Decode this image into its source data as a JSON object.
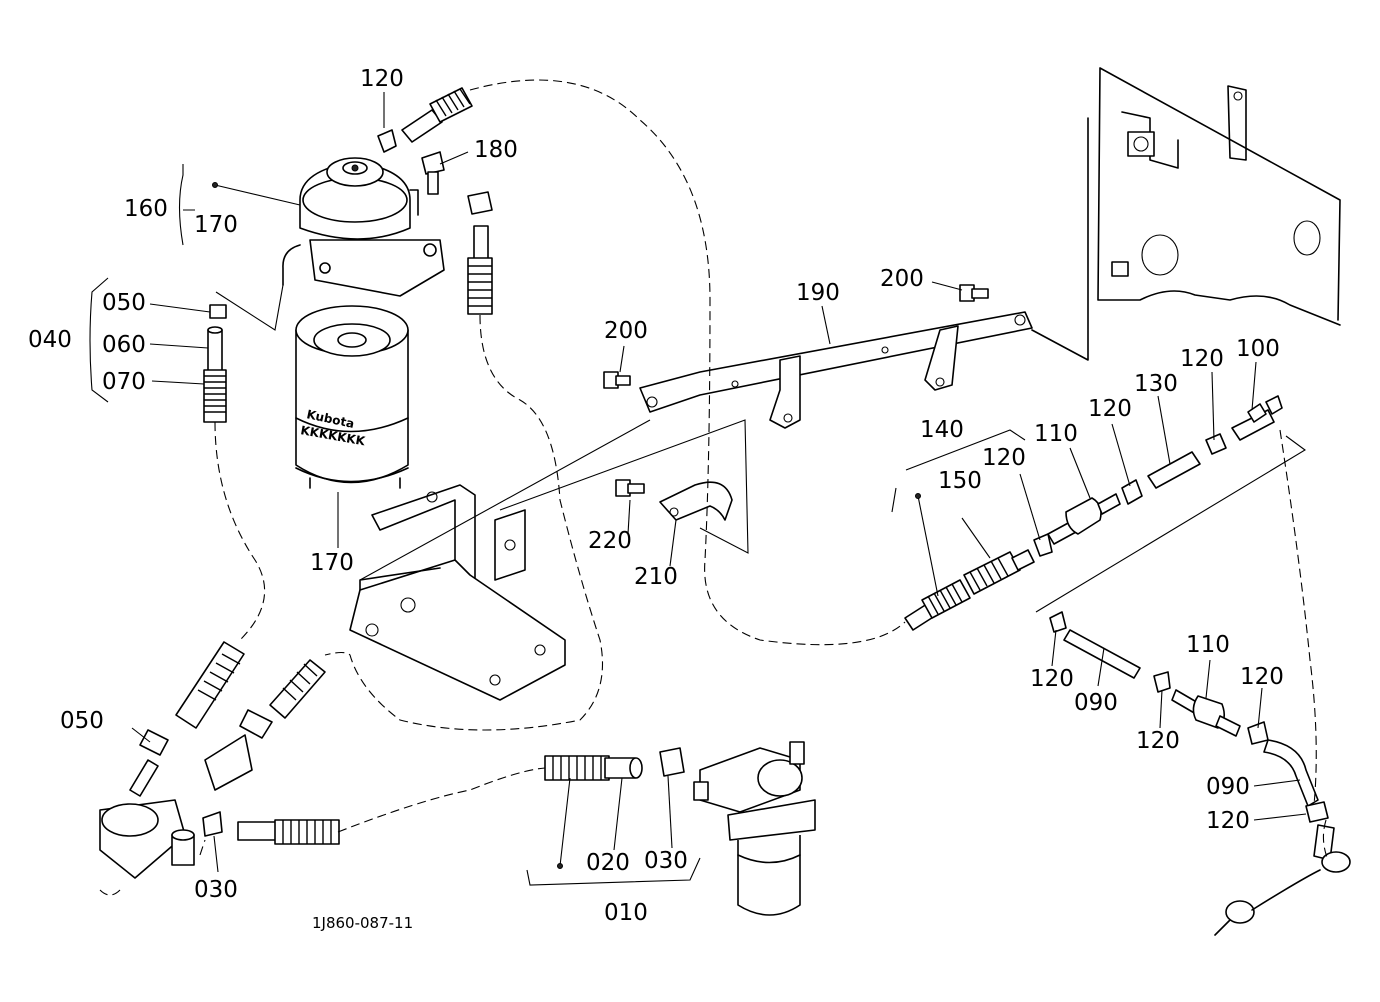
{
  "callouts": {
    "c010": "010",
    "c020": "020",
    "c030a": "030",
    "c030b": "030",
    "c040": "040",
    "c050a": "050",
    "c050b": "050",
    "c060": "060",
    "c070": "070",
    "c090a": "090",
    "c090b": "090",
    "c100": "100",
    "c110a": "110",
    "c110b": "110",
    "c120a": "120",
    "c120b": "120",
    "c120c": "120",
    "c120d": "120",
    "c120e": "120",
    "c120f": "120",
    "c120g": "120",
    "c120h": "120",
    "c130": "130",
    "c140": "140",
    "c150": "150",
    "c160": "160",
    "c170a": "170",
    "c170b": "170",
    "c180": "180",
    "c190": "190",
    "c200a": "200",
    "c200b": "200",
    "c210": "210",
    "c220": "220"
  },
  "drawing_code": "1J860-087-11",
  "filter_brand": "Kubota",
  "filter_band": "KKKKKKK"
}
